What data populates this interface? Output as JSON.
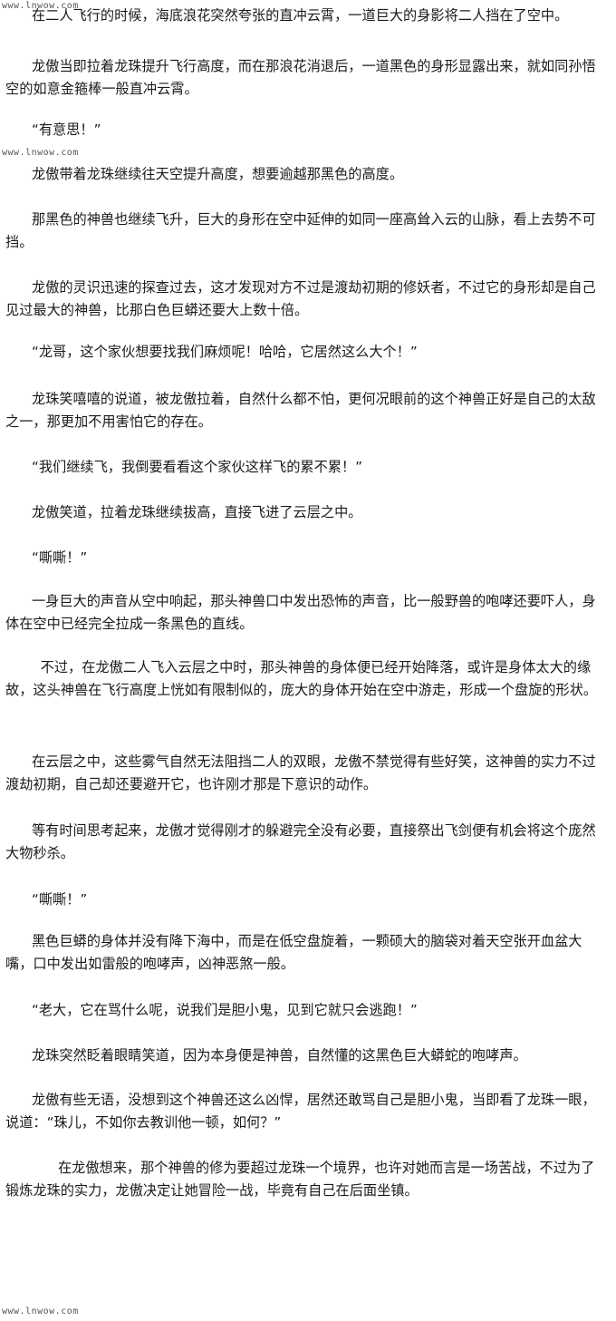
{
  "watermark": "www.lnwow.com",
  "paragraphs": [
    "      在二人飞行的时候，海底浪花突然夸张的直冲云霄，一道巨大的身影将二人挡在了空中。",
    "      龙傲当即拉着龙珠提升飞行高度，而在那浪花消退后，一道黑色的身形显露出来，就如同孙悟空的如意金箍棒一般直冲云霄。",
    "      “有意思！”",
    "      龙傲带着龙珠继续往天空提升高度，想要逾越那黑色的高度。",
    "      那黑色的神兽也继续飞升，巨大的身形在空中延伸的如同一座高耸入云的山脉，看上去势不可挡。",
    "      龙傲的灵识迅速的探查过去，这才发现对方不过是渡劫初期的修妖者，不过它的身形却是自己见过最大的神兽，比那白色巨蟒还要大上数十倍。",
    "      “龙哥，这个家伙想要找我们麻烦呢！哈哈，它居然这么大个！”",
    "      龙珠笑嘻嘻的说道，被龙傲拉着，自然什么都不怕，更何况眼前的这个神兽正好是自己的太敌之一，那更加不用害怕它的存在。",
    "      “我们继续飞，我倒要看看这个家伙这样飞的累不累！”",
    "      龙傲笑道，拉着龙珠继续拔高，直接飞进了云层之中。",
    "      “嘶嘶！”",
    "      一身巨大的声音从空中响起，那头神兽口中发出恐怖的声音，比一般野兽的咆哮还要吓人，身体在空中已经完全拉成一条黑色的直线。",
    "        不过，在龙傲二人飞入云层之中时，那头神兽的身体便已经开始降落，或许是身体太大的缘故，这头神兽在飞行高度上恍如有限制似的，庞大的身体开始在空中游走，形成一个盘旋的形状。",
    "      在云层之中，这些雾气自然无法阻挡二人的双眼，龙傲不禁觉得有些好笑，这神兽的实力不过渡劫初期，自己却还要避开它，也许刚才那是下意识的动作。",
    "      等有时间思考起来，龙傲才觉得刚才的躲避完全没有必要，直接祭出飞剑便有机会将这个庞然大物秒杀。",
    "      “嘶嘶！”",
    "      黑色巨蟒的身体并没有降下海中，而是在低空盘旋着，一颗硕大的脑袋对着天空张开血盆大嘴，口中发出如雷般的咆哮声，凶神恶煞一般。",
    "      “老大，它在骂什么呢，说我们是胆小鬼，见到它就只会逃跑！”",
    "      龙珠突然眨着眼睛笑道，因为本身便是神兽，自然懂的这黑色巨大蟒蛇的咆哮声。",
    "      龙傲有些无语，没想到这个神兽还这么凶悍，居然还敢骂自己是胆小鬼，当即看了龙珠一眼，说道：“珠儿，不如你去教训他一顿，如何？”",
    "            在龙傲想来，那个神兽的修为要超过龙珠一个境界，也许对她而言是一场苦战，不过为了锻炼龙珠的实力，龙傲决定让她冒险一战，毕竟有自己在后面坐镇。"
  ]
}
